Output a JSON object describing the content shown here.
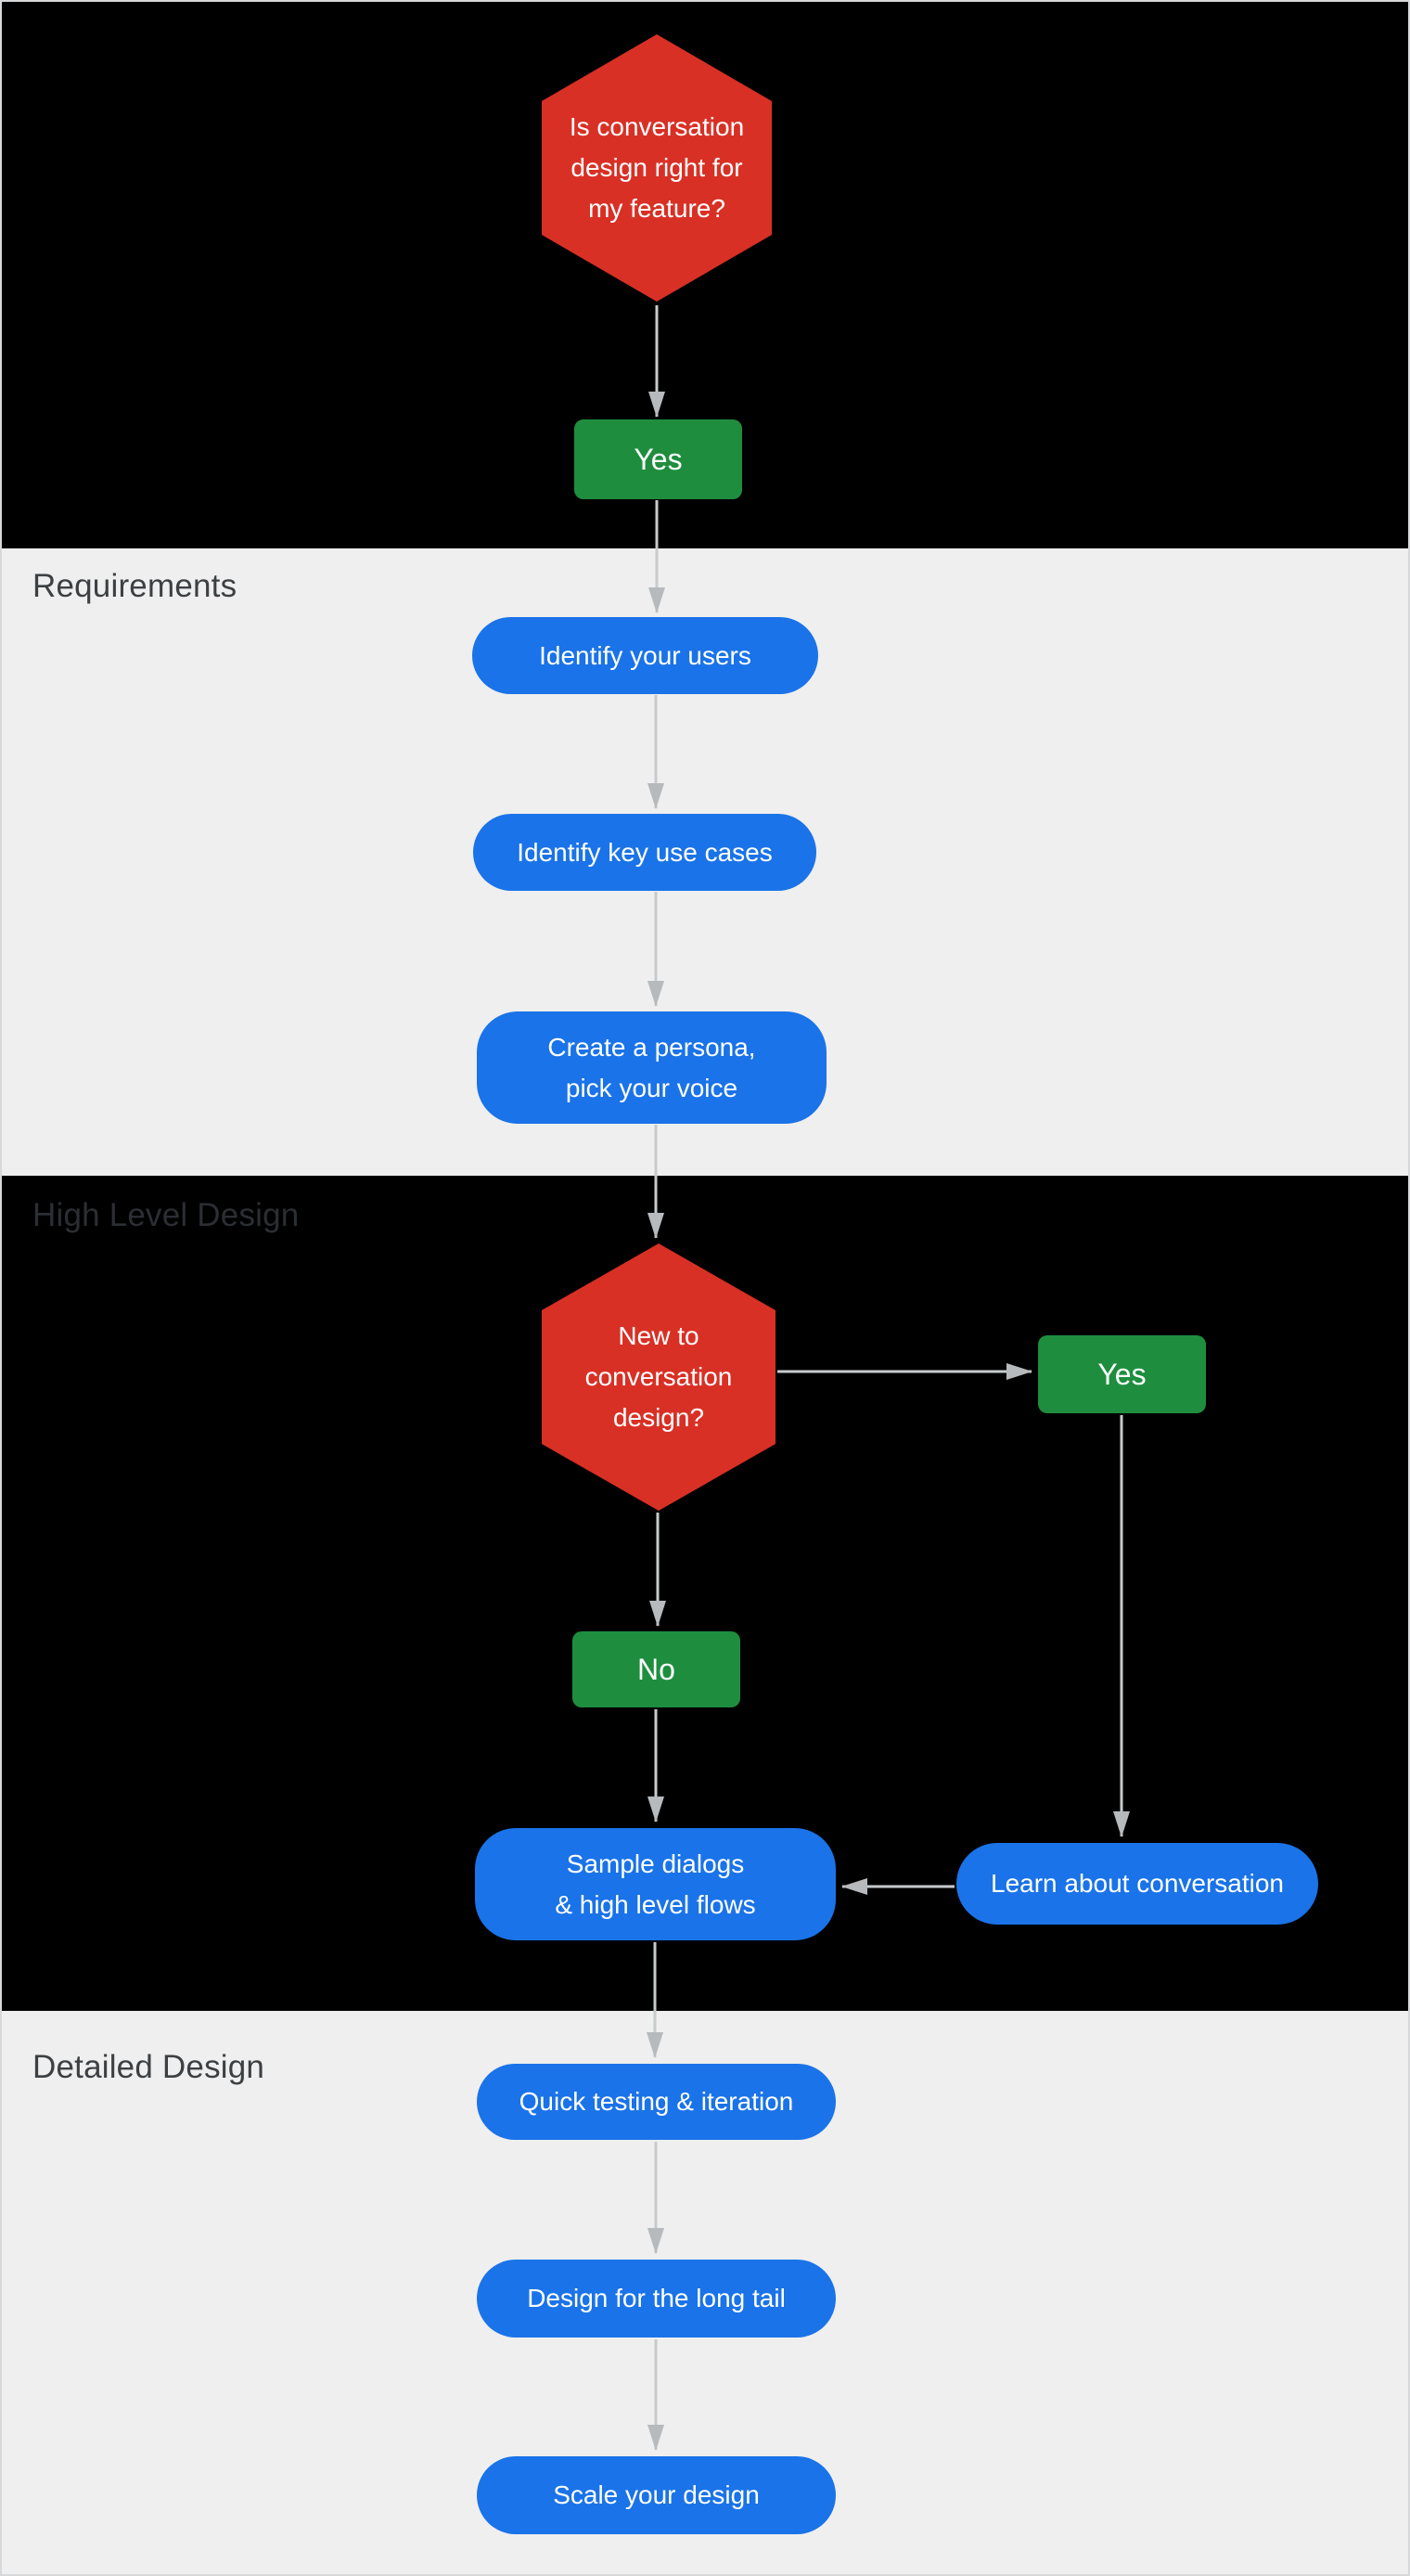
{
  "sections": {
    "requirements": {
      "label": "Requirements"
    },
    "high_level_design": {
      "label": "High Level Design"
    },
    "detailed_design": {
      "label": "Detailed Design"
    }
  },
  "nodes": {
    "is_conversation_design_right": {
      "text": "Is conversation\ndesign right for\nmy feature?"
    },
    "yes_start": {
      "text": "Yes"
    },
    "identify_users": {
      "text": "Identify your users"
    },
    "identify_key_use_cases": {
      "text": "Identify key use cases"
    },
    "create_persona": {
      "text": "Create a persona,\npick your voice"
    },
    "new_to_conversation_design": {
      "text": "New to\nconversation\ndesign?"
    },
    "yes_new": {
      "text": "Yes"
    },
    "no_new": {
      "text": "No"
    },
    "sample_dialogs": {
      "text": "Sample dialogs\n& high level flows"
    },
    "learn_about_conversation": {
      "text": "Learn about conversation"
    },
    "quick_testing": {
      "text": "Quick testing & iteration"
    },
    "design_long_tail": {
      "text": "Design for the long tail"
    },
    "scale_your_design": {
      "text": "Scale your design"
    }
  },
  "colors": {
    "decision_red": "#d93025",
    "action_green": "#1e8e3e",
    "step_blue": "#1a73e8",
    "band_dark": "#000000",
    "band_light": "#efefef",
    "section_label_gray": "#3c4043",
    "connector_gray": "#c8cbcd",
    "arrowhead_gray": "#b7babd"
  }
}
